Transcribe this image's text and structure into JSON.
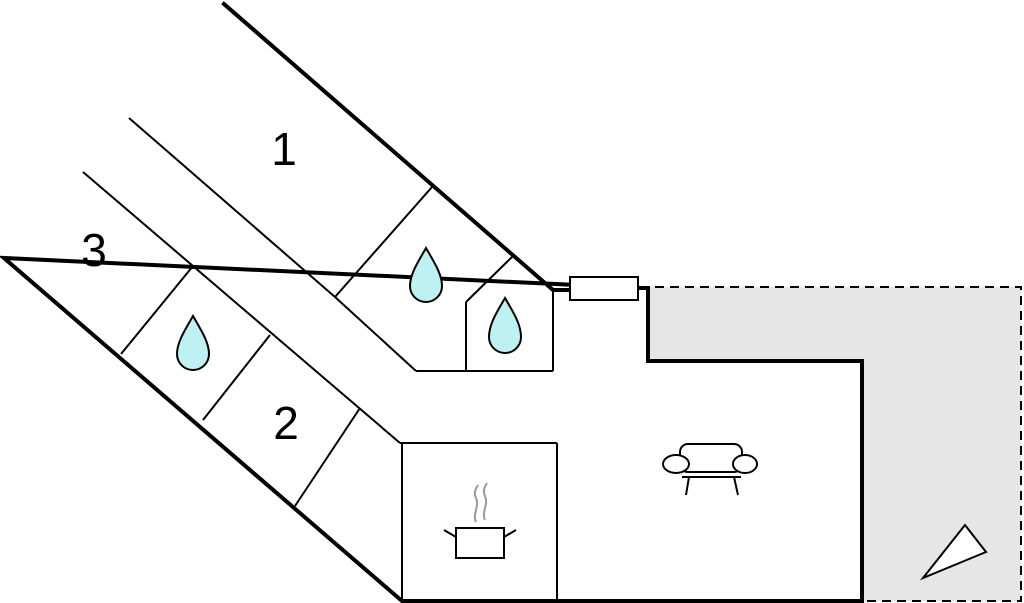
{
  "floorplan": {
    "rooms": [
      {
        "id": "bedroom-1",
        "label": "1"
      },
      {
        "id": "bedroom-2",
        "label": "2"
      },
      {
        "id": "bedroom-3",
        "label": "3"
      }
    ],
    "icons": [
      {
        "id": "bathroom-1",
        "icon": "water-drop-icon"
      },
      {
        "id": "bathroom-2",
        "icon": "water-drop-icon"
      },
      {
        "id": "bathroom-3",
        "icon": "water-drop-icon"
      },
      {
        "id": "living-room",
        "icon": "sofa-icon"
      },
      {
        "id": "kitchen",
        "icon": "cooking-pot-icon"
      },
      {
        "id": "terrace",
        "icon": "compass-arrow-icon"
      },
      {
        "id": "entrance",
        "icon": "door-icon"
      }
    ],
    "colors": {
      "wall": "#000000",
      "terrace_fill": "#e6e6e6",
      "water_fill": "#bff0f2",
      "steam": "#9a9a9a"
    }
  }
}
